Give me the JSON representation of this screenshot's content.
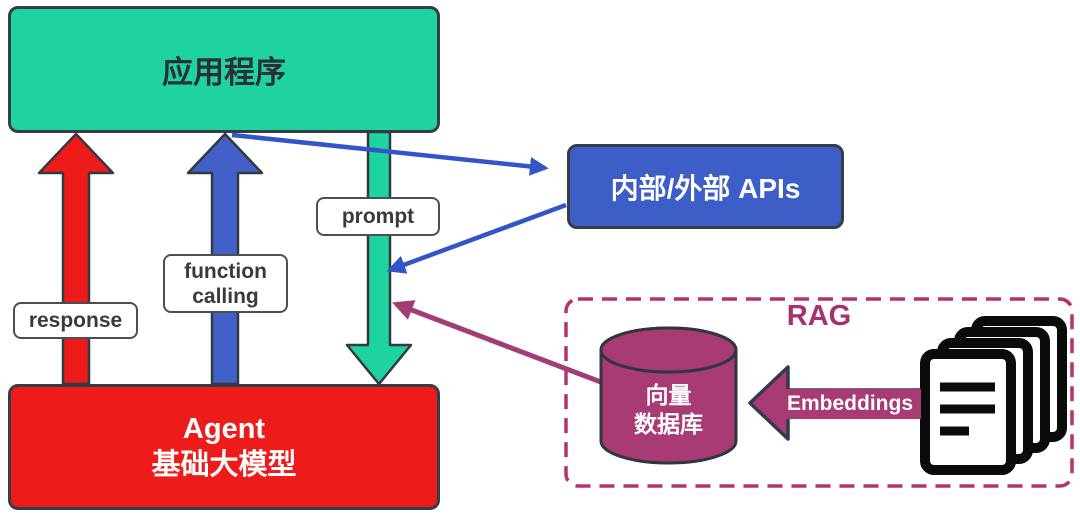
{
  "diagram": {
    "application_box": {
      "label": "应用程序",
      "color": "#1fd3a1"
    },
    "agent_box": {
      "label_line1": "Agent",
      "label_line2": "基础大模型",
      "color": "#ee1b1b"
    },
    "apis_box": {
      "label": "内部/外部 APIs",
      "color": "#3d5ec6"
    },
    "edge_labels": {
      "response": "response",
      "function_calling_line1": "function",
      "function_calling_line2": "calling",
      "prompt": "prompt"
    },
    "rag": {
      "title": "RAG",
      "border_color": "#b5326f",
      "vector_db": {
        "label_line1": "向量",
        "label_line2": "数据库",
        "color": "#a83a74",
        "icon": "database-cylinder-icon"
      },
      "embeddings_arrow_label": "Embeddings",
      "documents_icon": "stacked-documents-icon"
    },
    "arrow_colors": {
      "response_arrow": "#ee1b1b",
      "function_calling_arrow": "#4160c8",
      "prompt_arrow": "#1fd3a1",
      "api_link_arrows": "#3355c8",
      "rag_retrieval_arrow": "#a13d77"
    }
  }
}
